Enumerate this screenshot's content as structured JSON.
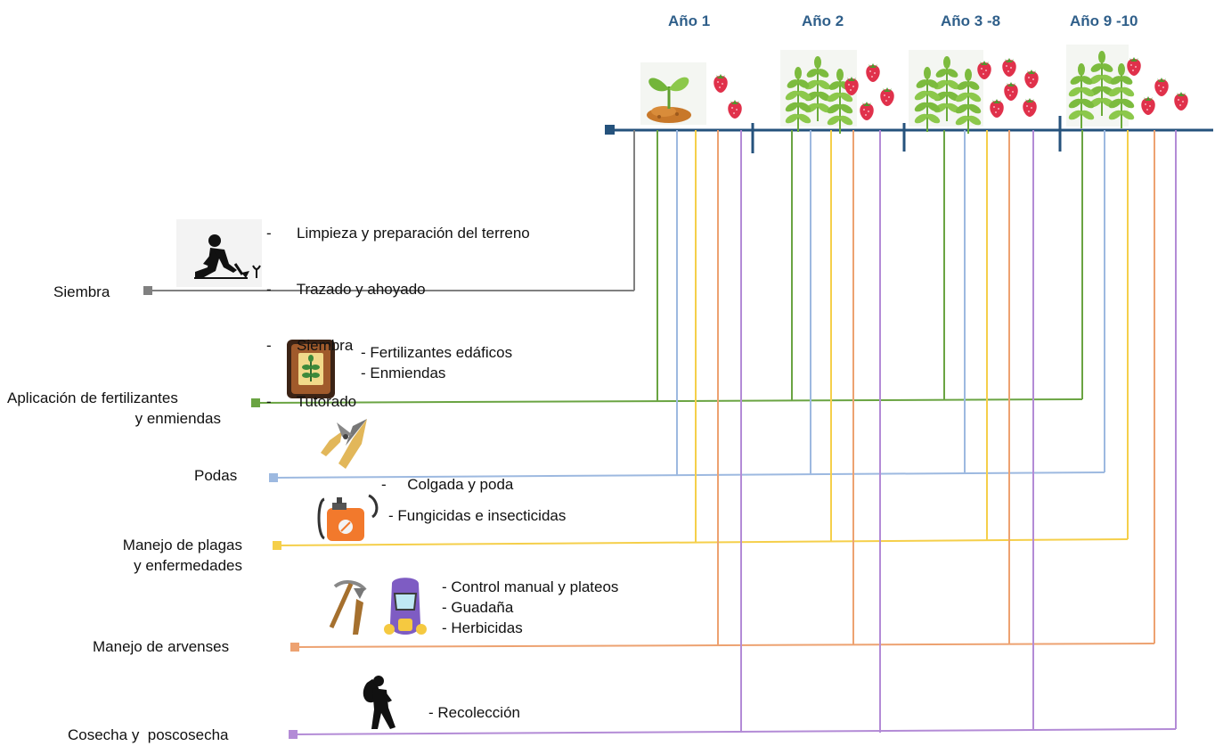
{
  "years": [
    "Año 1",
    "Año 2",
    "Año 3 -8",
    "Año 9 -10"
  ],
  "activities": [
    {
      "key": "siembra",
      "label_lines": [
        "Siembra"
      ],
      "color": "#808080",
      "icon": "person-planting-icon",
      "tasks": [
        "-      Limpieza y preparación del terreno",
        "-      Trazado y ahoyado",
        "-      Siembra",
        "-      Tutorado"
      ]
    },
    {
      "key": "fertilizacion",
      "label_lines": [
        "Aplicación de fertilizantes",
        "y enmiendas"
      ],
      "color": "#6aa442",
      "icon": "fertilizer-sack-icon",
      "tasks": [
        "- Fertilizantes edáficos",
        "- Enmiendas"
      ]
    },
    {
      "key": "podas",
      "label_lines": [
        "Podas"
      ],
      "color": "#9db9e0",
      "icon": "pruning-shears-icon",
      "tasks": [
        "-     Colgada y poda"
      ]
    },
    {
      "key": "plagas",
      "label_lines": [
        "Manejo de plagas",
        "y enfermedades"
      ],
      "color": "#f5cf4a",
      "icon": "backpack-sprayer-icon",
      "tasks": [
        "- Fungicidas e insecticidas"
      ]
    },
    {
      "key": "arvenses",
      "label_lines": [
        "Manejo de arvenses"
      ],
      "color": "#eda271",
      "icon": "pickaxe-gas-mask-icon",
      "tasks": [
        "- Control manual y plateos",
        "- Guadaña",
        "- Herbicidas"
      ]
    },
    {
      "key": "cosecha",
      "label_lines": [
        "Cosecha y  poscosecha"
      ],
      "color": "#b38bd6",
      "icon": "harvester-with-sack-icon",
      "tasks": [
        "- Recolección"
      ]
    }
  ],
  "timeline_color": "#25527c"
}
